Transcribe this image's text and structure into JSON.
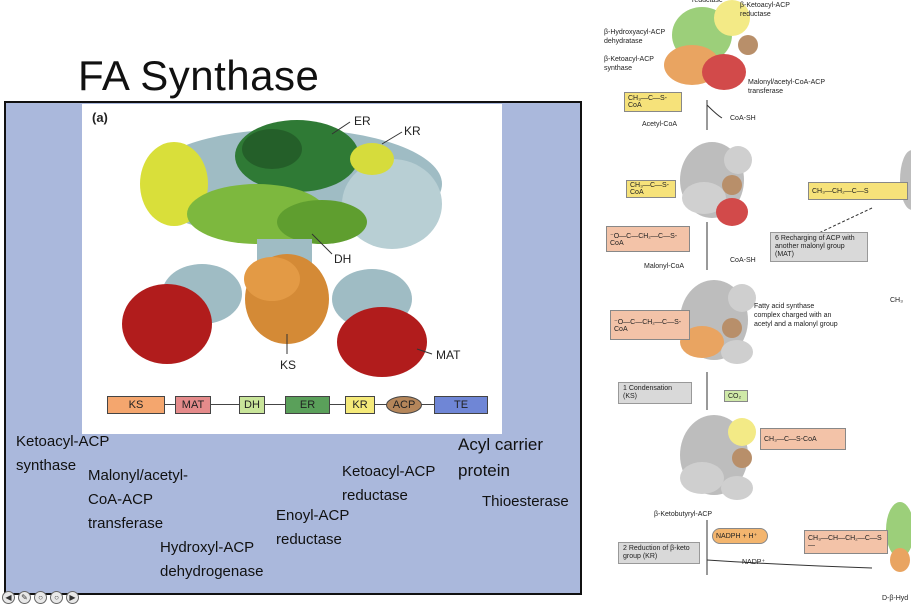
{
  "slide": {
    "title": "FA Synthase",
    "figure_label": "(a)",
    "structure_labels": {
      "er": "ER",
      "kr": "KR",
      "dh": "DH",
      "ks": "KS",
      "mat": "MAT"
    },
    "domains": [
      {
        "label": "KS",
        "color": "#f4a66e"
      },
      {
        "label": "MAT",
        "color": "#e58b8b"
      },
      {
        "label": "DH",
        "color": "#c9e59a"
      },
      {
        "label": "ER",
        "color": "#5aa05a"
      },
      {
        "label": "KR",
        "color": "#f5ea7a"
      },
      {
        "label": "ACP",
        "color": "#b5865a"
      },
      {
        "label": "TE",
        "color": "#6f86d6"
      }
    ],
    "notes": {
      "ks": "Ketoacyl-ACP synthase",
      "mat": "Malonyl/acetyl-CoA-ACP transferase",
      "dh": "Hydroxyl-ACP dehydrogenase",
      "er": "Enoyl-ACP reductase",
      "kr": "Ketoacyl-ACP reductase",
      "acp": "Acyl carrier protein",
      "te": "Thioesterase"
    }
  },
  "pathway": {
    "top_labels": {
      "reductase_top": "reductase",
      "kr_name": "β-Ketoacyl-ACP reductase",
      "dh_name": "β-Hydroxyacyl-ACP dehydratase",
      "ks_name": "β-Ketoacyl-ACP synthase",
      "mat_name": "Malonyl/acetyl-CoA-ACP transferase"
    },
    "acetyl_formula": "CH₃—C—S-CoA",
    "acetyl_name": "Acetyl-CoA",
    "coash": "CoA-SH",
    "malonyl_formula": "⁻O—C—CH₂—C—S-CoA",
    "malonyl_name": "Malonyl-CoA",
    "recharging": "Recharging of ACP with another malonyl group (MAT)",
    "recharging_step": "6",
    "charged_note": "Fatty acid synthase complex charged with an acetyl and a malonyl group",
    "condensation": "Condensation (KS)",
    "condensation_step": "1",
    "co2": "CO₂",
    "ketobutyryl": "β-Ketobutyryl-ACP",
    "nadph": "NADPH + H⁺",
    "nadp": "NADP⁺",
    "reduction": "Reduction of β-keto group (KR)",
    "reduction_step": "2",
    "hydroxy_formula": "CH₃—CH—CH₂—C—S—",
    "bottom_partial": "D-β-Hyd",
    "side_formula": "CH₃—CH₂—C—S",
    "side_partial": "CH₃"
  },
  "toolbar": {
    "icons": [
      "arrow-left-icon",
      "pen-icon",
      "circle-icon",
      "circle-icon",
      "arrow-right-icon"
    ]
  }
}
